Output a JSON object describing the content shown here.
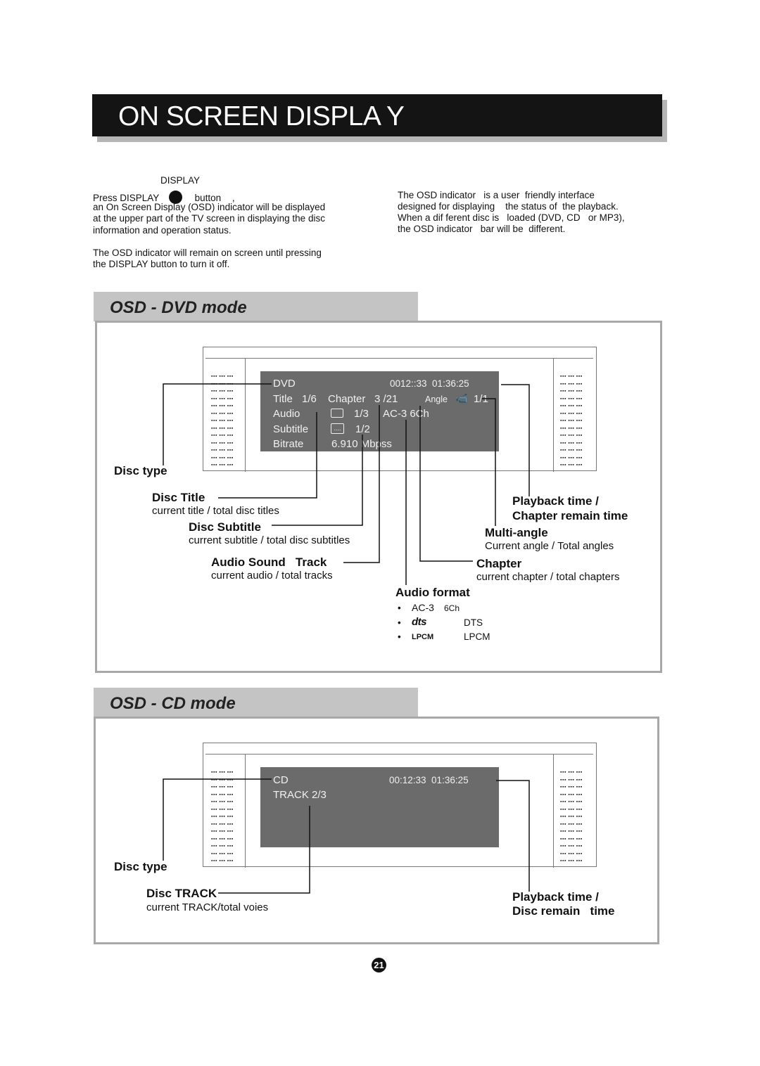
{
  "header": {
    "title": "ON SCREEN DISPLA Y"
  },
  "intro": {
    "left": {
      "display_caption": "DISPLAY",
      "press_line_a": "Press DISPLAY",
      "press_line_b": "button",
      "press_line_c": ",",
      "line2": "an On Screen Display (OSD) indicator will be displayed",
      "line3": "at the upper part of the TV screen in displaying the disc",
      "line4": "information and operation status.",
      "line5": "The OSD indicator will remain on screen until pressing",
      "line6": "the DISPLAY button to turn it off."
    },
    "right": {
      "line1": "The OSD indicator   is a user  friendly interface",
      "line2": "designed for displaying    the status of  the playback.",
      "line3": "When a dif ferent disc is   loaded (DVD, CD   or MP3),",
      "line4": "the OSD indicator   bar will be  different."
    }
  },
  "dvd": {
    "section_title": "OSD - DVD mode",
    "osd": {
      "disc": "DVD",
      "time": "0012::33  01:36:25",
      "title_label": "Title",
      "title_value": "1/6",
      "chapter_label": "Chapter",
      "chapter_value": "3 /21",
      "angle_label": "Angle",
      "angle_value": "1/1",
      "audio_label": "Audio",
      "audio_value": "1/3",
      "audio_format": "AC-3 6Ch",
      "subtitle_label": "Subtitle",
      "subtitle_value": "1/2",
      "bitrate_label": "Bitrate",
      "bitrate_value": "6.910 Mbpss"
    },
    "labels": {
      "disc_type": "Disc type",
      "disc_title": "Disc Title",
      "disc_title_desc": "current title / total disc titles",
      "disc_subtitle": "Disc Subtitle",
      "disc_subtitle_desc": "current subtitle / total disc subtitles",
      "audio_track": "Audio Sound   Track",
      "audio_track_desc": "current audio / total tracks",
      "playback_time_1": "Playback time /",
      "playback_time_2": "Chapter remain time",
      "multi_angle": "Multi-angle",
      "multi_angle_desc": "Current angle / Total angles",
      "chapter": "Chapter",
      "chapter_desc": "current chapter / total chapters",
      "audio_format": "Audio format",
      "formats": [
        {
          "mark": "AC-3",
          "mark2": "6Ch",
          "name": ""
        },
        {
          "mark": "dts",
          "name": "DTS"
        },
        {
          "mark": "LPCM",
          "name": "LPCM"
        }
      ]
    }
  },
  "cd": {
    "section_title": "OSD - CD mode",
    "osd": {
      "disc": "CD",
      "time": "00:12:33  01:36:25",
      "track": "TRACK 2/3"
    },
    "labels": {
      "disc_type": "Disc type",
      "disc_track": "Disc TRACK",
      "disc_track_desc": "current TRACK/total voies",
      "playback_time_1": "Playback time /",
      "playback_time_2": "Disc remain   time"
    }
  },
  "page_number": "21"
}
